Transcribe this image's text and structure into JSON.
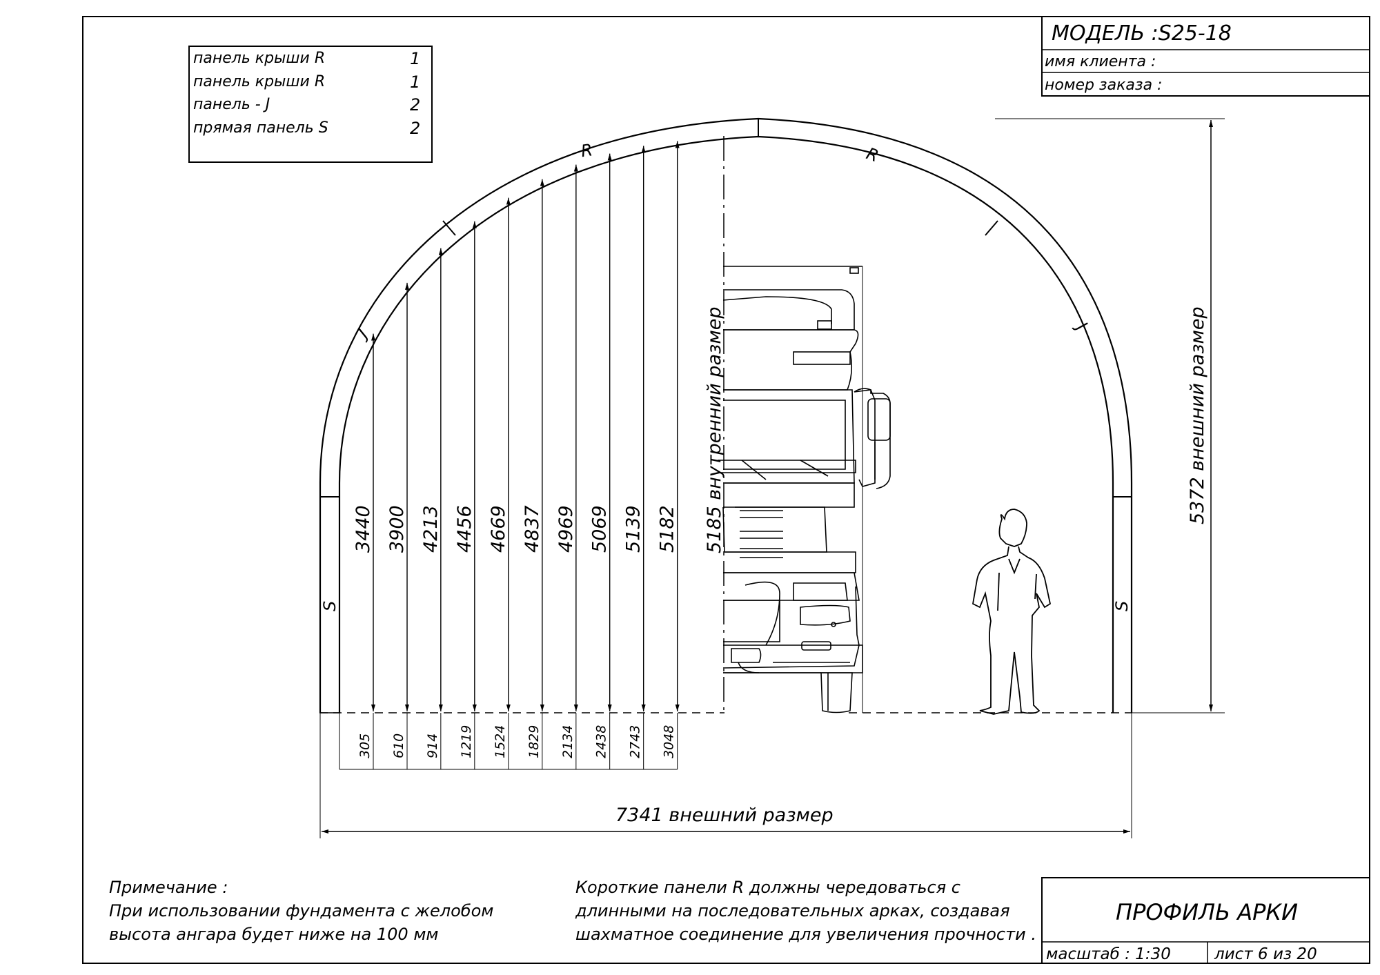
{
  "title_block": {
    "model": "МОДЕЛЬ :S25-18",
    "client": "имя клиента :",
    "order": "номер заказа :",
    "drawing_title": "ПРОФИЛЬ АРКИ",
    "scale": "масштаб : 1:30",
    "sheet": "лист  6  из  20"
  },
  "parts": [
    {
      "name": "панель крыши  R",
      "qty": "1"
    },
    {
      "name": "панель крыши  R",
      "qty": "1"
    },
    {
      "name": "панель  - J",
      "qty": "2"
    },
    {
      "name": "прямая панель  S",
      "qty": "2"
    }
  ],
  "segment_labels": {
    "r_left": "R",
    "r_right": "R",
    "j_left": "J",
    "j_right": "J",
    "s_left": "S",
    "s_right": "S"
  },
  "clearance_heights": [
    "3440",
    "3900",
    "4213",
    "4456",
    "4669",
    "4837",
    "4969",
    "5069",
    "5139",
    "5182"
  ],
  "offsets": [
    "305",
    "610",
    "914",
    "1219",
    "1524",
    "1829",
    "2134",
    "2438",
    "2743",
    "3048"
  ],
  "dimensions": {
    "inner_height": "5185  внутренний  размер",
    "outer_height": "5372  внешний  размер",
    "outer_width": "7341  внешний  размер"
  },
  "notes": {
    "note_title": "Примечание :",
    "note_line1": "При использовании фундамента с желобом",
    "note_line2": "высота ангара будет ниже на  100  мм",
    "panels_line1": "Короткие панели  R  должны чередоваться  с",
    "panels_line2": "длинными на последовательных арках, создавая",
    "panels_line3": "шахматное соединение для увеличения прочности ."
  },
  "figures": {
    "truck": "truck-front-view",
    "person": "person-silhouette"
  }
}
